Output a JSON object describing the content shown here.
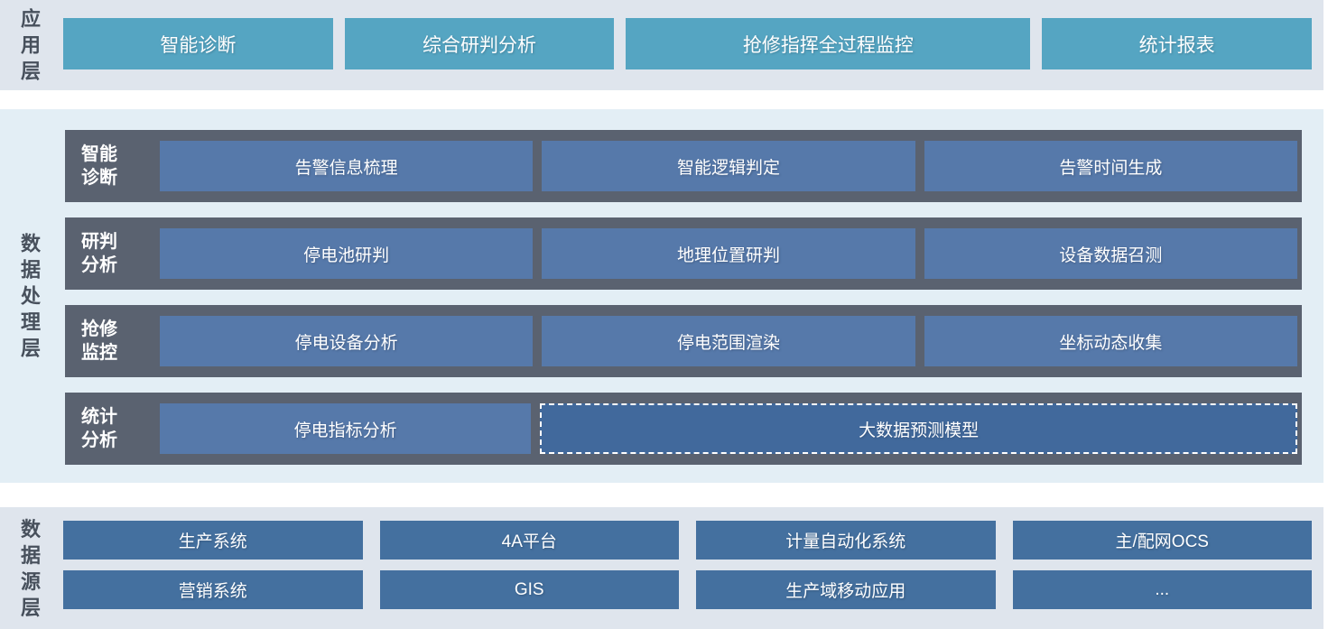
{
  "app_layer": {
    "layer_label": "应用层",
    "buttons": [
      "智能诊断",
      "综合研判分析",
      "抢修指挥全过程监控",
      "统计报表"
    ]
  },
  "processing_layer": {
    "layer_label": "数据处理层",
    "rows": [
      {
        "label": "智能诊断",
        "boxes": [
          "告警信息梳理",
          "智能逻辑判定",
          "告警时间生成"
        ]
      },
      {
        "label": "研判分析",
        "boxes": [
          "停电池研判",
          "地理位置研判",
          "设备数据召测"
        ]
      },
      {
        "label": "抢修监控",
        "boxes": [
          "停电设备分析",
          "停电范围渲染",
          "坐标动态收集"
        ]
      },
      {
        "label": "统计分析",
        "boxes": [
          "停电指标分析",
          "大数据预测模型"
        ]
      }
    ]
  },
  "source_layer": {
    "layer_label": "数据源层",
    "rows": [
      [
        "生产系统",
        "4A平台",
        "计量自动化系统",
        "主/配网OCS"
      ],
      [
        "营销系统",
        "GIS",
        "生产域移动应用",
        "..."
      ]
    ]
  },
  "colors": {
    "band_bg": "#dfe5ed",
    "middle_band_bg": "#e3eef5",
    "app_button": "#55a5c2",
    "row_panel": "#5a6270",
    "process_box": "#5679aa",
    "dashed_box_fill": "#41699c",
    "source_box": "#44709f",
    "vertical_label_text": "#47505c",
    "box_text": "#ffffff"
  }
}
